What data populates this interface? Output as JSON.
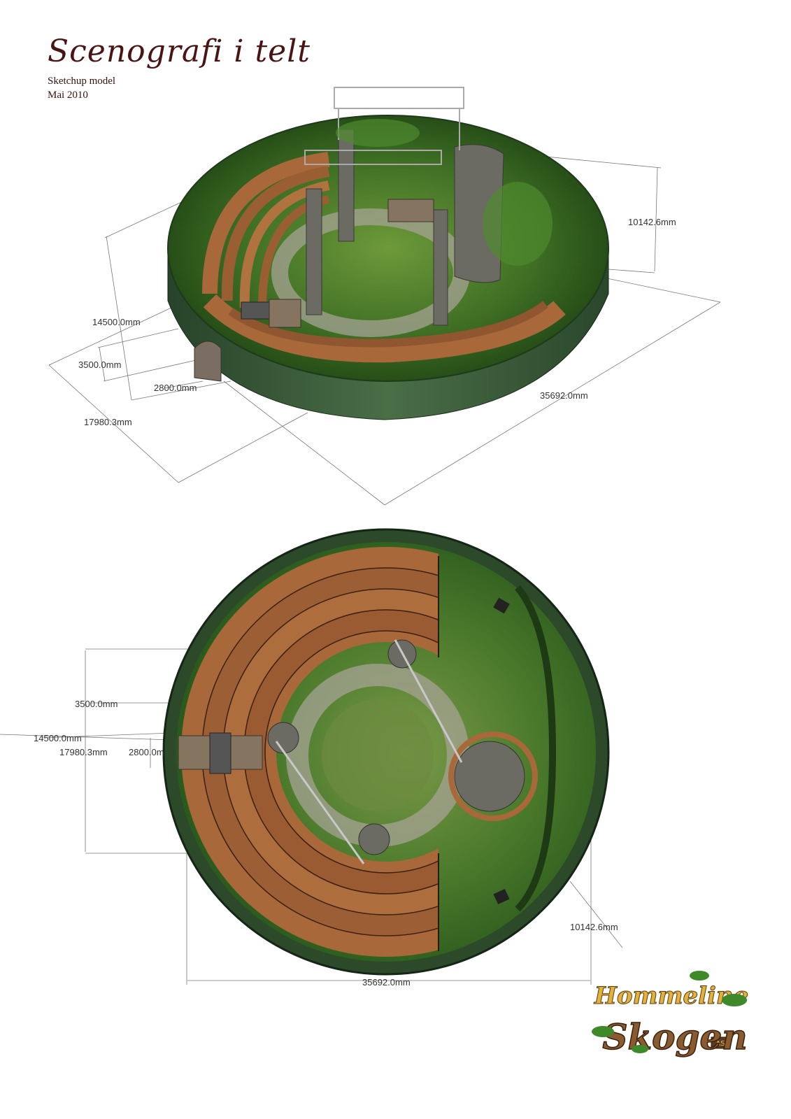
{
  "header": {
    "title": "Scenografi i telt",
    "subtitle": "Sketchup model",
    "date": "Mai 2010"
  },
  "isometric_view": {
    "dims": {
      "height_right": "10142.6mm",
      "height_left": "14500.0mm",
      "entrance_height": "3500.0mm",
      "entrance_width": "2800.0mm",
      "radius": "17980.3mm",
      "diameter": "35692.0mm"
    }
  },
  "plan_view": {
    "dims": {
      "entrance_height": "3500.0mm",
      "height_left": "14500.0mm",
      "radius": "17980.3mm",
      "entrance_width": "2800.0m",
      "height_right": "10142.6mm",
      "diameter": "35692.0mm"
    }
  },
  "logo": {
    "line1": "Hommeline",
    "line2": "Skogen",
    "badge": "AS"
  },
  "colors": {
    "title": "#4a1414",
    "tent_wall": "#3d5c3a",
    "wood": "#a8683a",
    "grass": "#4c7a2c",
    "path": "#9c9a8e"
  }
}
